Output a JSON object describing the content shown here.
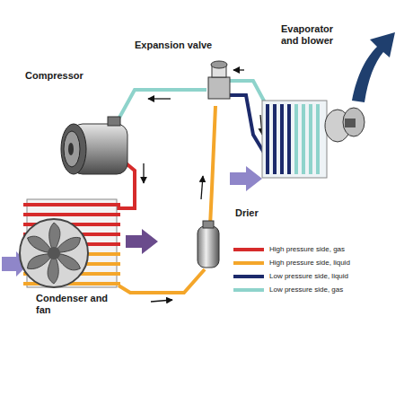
{
  "diagram": {
    "labels": [
      "Expansion valve",
      "Evaporator and blower",
      "Compressor",
      "Drier",
      "Condenser and fan"
    ],
    "legend": [
      {
        "text": "High pressure side, gas",
        "color": "#d62b2b"
      },
      {
        "text": "High pressure side, liquid",
        "color": "#f4a62a"
      },
      {
        "text": "Low pressure side, liquid",
        "color": "#1c2a6b"
      },
      {
        "text": "Low pressure side, gas",
        "color": "#8ed3cb"
      }
    ]
  }
}
